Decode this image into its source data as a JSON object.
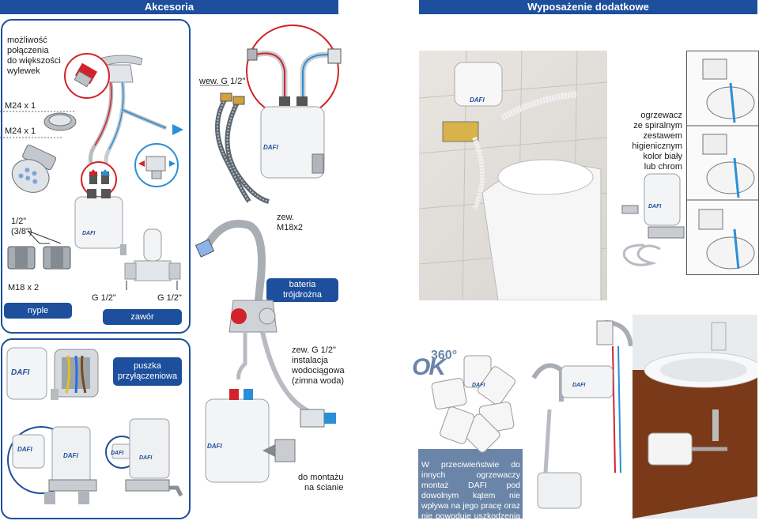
{
  "left_header": "Akcesoria",
  "right_header": "Wyposażenie dodatkowe",
  "labels": {
    "connection": [
      "możliwość",
      "połączenia",
      "do większości",
      "wylewek"
    ],
    "m24_1": "M24 x 1",
    "m24_2": "M24 x 1",
    "half_inch": [
      "1/2\"",
      "(3/8\")"
    ],
    "m18": "M18 x 2",
    "g_half_1": "G 1/2\"",
    "g_half_2": "G 1/2\"",
    "wew": "wew. G 1/2\"",
    "zew_m18": [
      "zew.",
      "M18x2"
    ],
    "zew_g": [
      "zew. G 1/2\"",
      "instalacja",
      "wodociągowa",
      "(zimna woda)"
    ],
    "wall_mount": [
      "do montażu",
      "na ścianie"
    ],
    "heater_spiral": [
      "ogrzewacz",
      "ze spiralnym",
      "zestawem",
      "higienicznym",
      "kolor biały",
      "lub chrom"
    ]
  },
  "pills": {
    "nyple": "nyple",
    "zawor": "zawór",
    "bateria": [
      "bateria",
      "trójdrożna"
    ],
    "puszka": [
      "puszka",
      "przyłączeniowa"
    ]
  },
  "brand": "DAFI",
  "rotation": {
    "ok": "OK",
    "deg": "360°"
  },
  "info_text": "W przeciwieństwie do innych ogrzewaczy montaż DAFI pod dowolnym kątem nie wpływa na jego pracę oraz nie powoduje uszkodzenia elementu grzejnego.",
  "colors": {
    "brand_blue": "#1d4f9c",
    "hot": "#d2232a",
    "cold": "#2a8fd6"
  }
}
